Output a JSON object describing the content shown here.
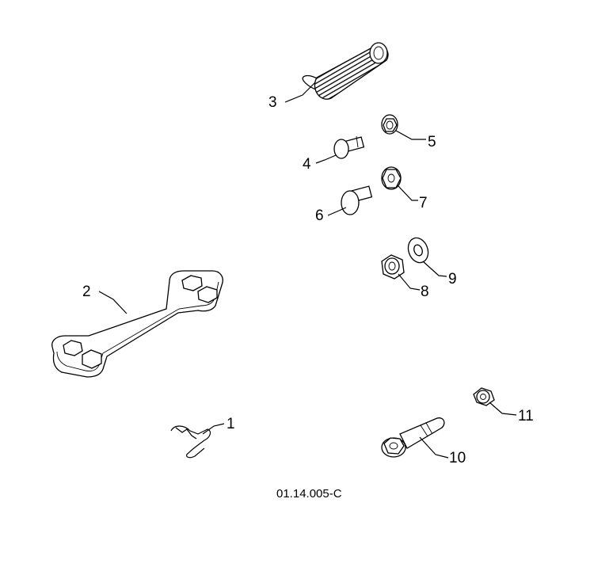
{
  "callouts": [
    {
      "id": "1",
      "label": "1"
    },
    {
      "id": "2",
      "label": "2"
    },
    {
      "id": "3",
      "label": "3"
    },
    {
      "id": "4",
      "label": "4"
    },
    {
      "id": "5",
      "label": "5"
    },
    {
      "id": "6",
      "label": "6"
    },
    {
      "id": "7",
      "label": "7"
    },
    {
      "id": "8",
      "label": "8"
    },
    {
      "id": "9",
      "label": "9"
    },
    {
      "id": "10",
      "label": "10"
    },
    {
      "id": "11",
      "label": "11"
    }
  ],
  "reference_code": "01.14.005-C"
}
